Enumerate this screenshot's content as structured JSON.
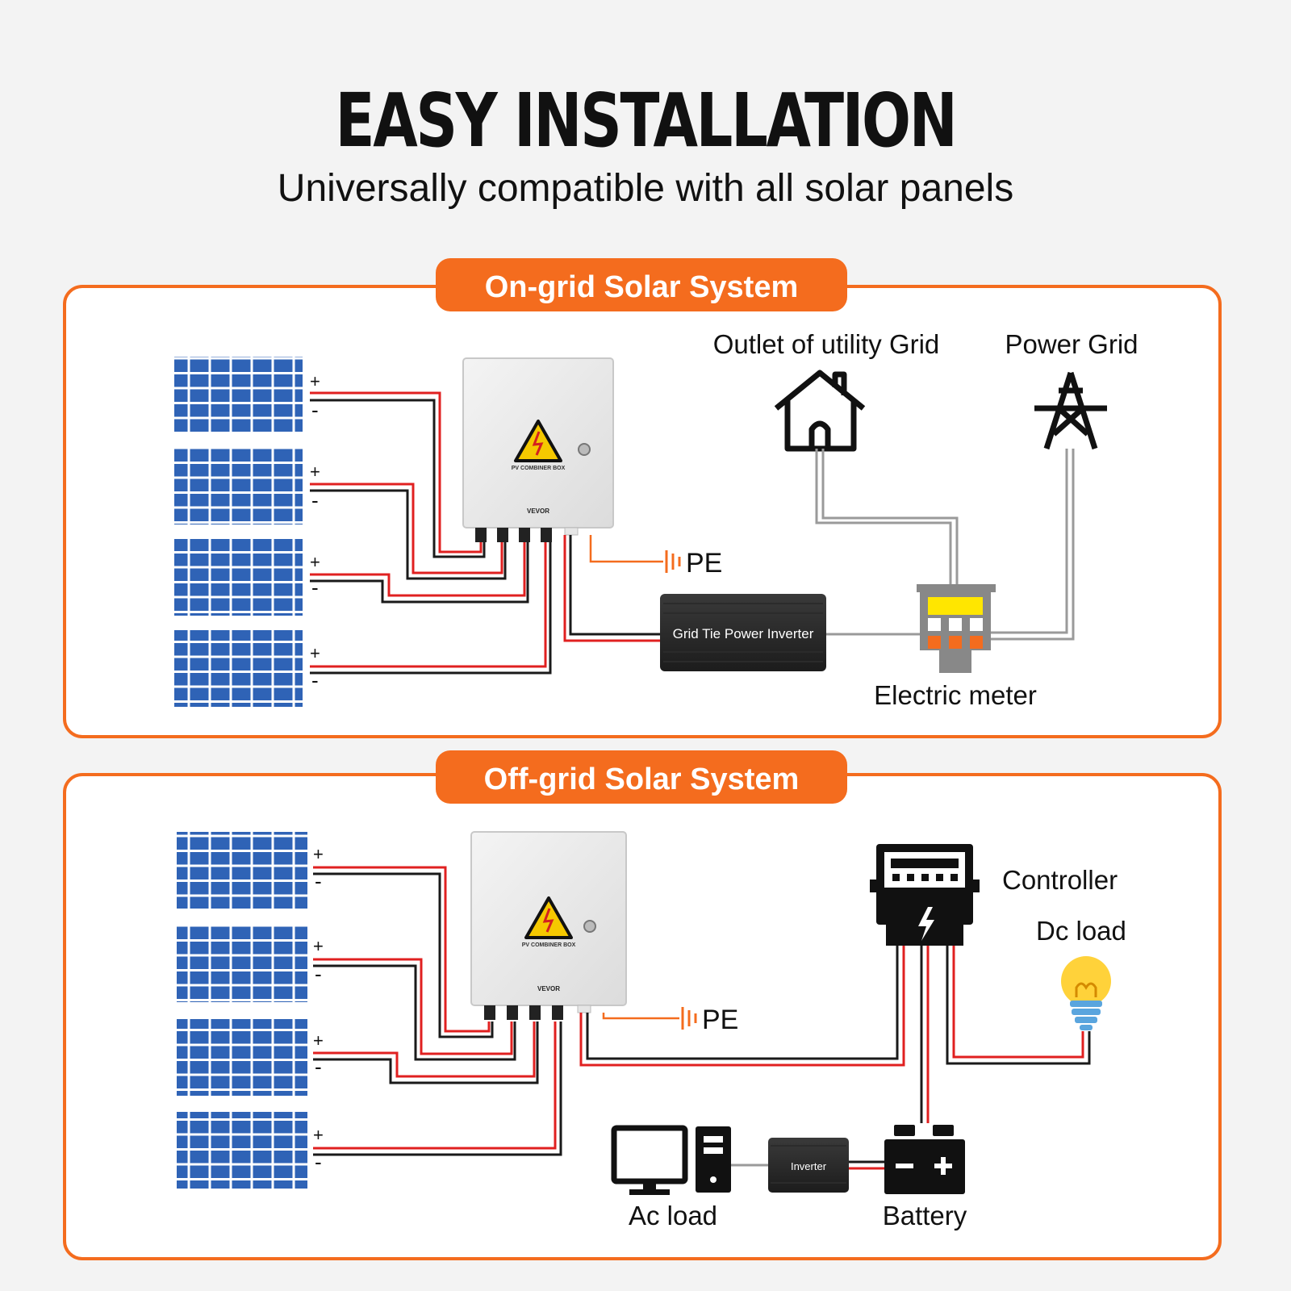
{
  "header": {
    "title": "EASY INSTALLATION",
    "subtitle": "Universally compatible with all solar panels"
  },
  "colors": {
    "accent": "#f46c1e",
    "panel_blue": "#2f5fb0",
    "wire_red": "#e02020",
    "wire_black": "#1a1a1a",
    "wire_grey": "#9a9a9a",
    "background": "#f3f3f3"
  },
  "on_grid": {
    "heading": "On-grid Solar System",
    "outlet_label": "Outlet of utility Grid",
    "power_grid_label": "Power Grid",
    "pe_label": "PE",
    "inverter_label": "Grid Tie Power Inverter",
    "meter_label": "Electric meter",
    "combiner_warning": "PV COMBINER BOX",
    "combiner_brand": "VEVOR",
    "panel_plus": "+",
    "panel_minus": "-"
  },
  "off_grid": {
    "heading": "Off-grid Solar System",
    "controller_label": "Controller",
    "dc_load_label": "Dc load",
    "pe_label": "PE",
    "inverter_label": "Inverter",
    "ac_load_label": "Ac load",
    "battery_label": "Battery",
    "combiner_warning": "PV COMBINER BOX",
    "combiner_brand": "VEVOR",
    "panel_plus": "+",
    "panel_minus": "-"
  },
  "icons": [
    "solar-panel-icon",
    "combiner-box-icon",
    "warning-icon",
    "house-icon",
    "power-tower-icon",
    "electric-meter-icon",
    "ground-icon",
    "controller-icon",
    "light-bulb-icon",
    "computer-icon",
    "battery-icon"
  ]
}
